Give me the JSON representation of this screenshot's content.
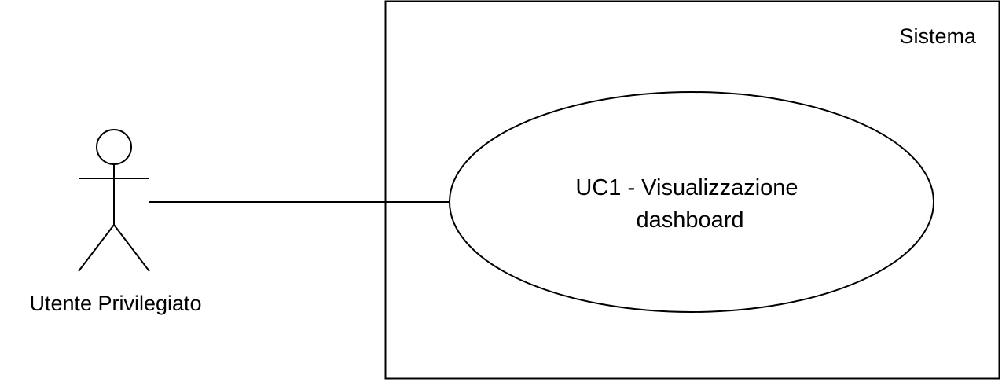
{
  "system": {
    "label": "Sistema"
  },
  "actor": {
    "label": "Utente Privilegiato"
  },
  "use_case": {
    "line1": "UC1 - Visualizzazione",
    "line2": "dashboard"
  },
  "colors": {
    "stroke": "#000000",
    "background": "#ffffff"
  }
}
